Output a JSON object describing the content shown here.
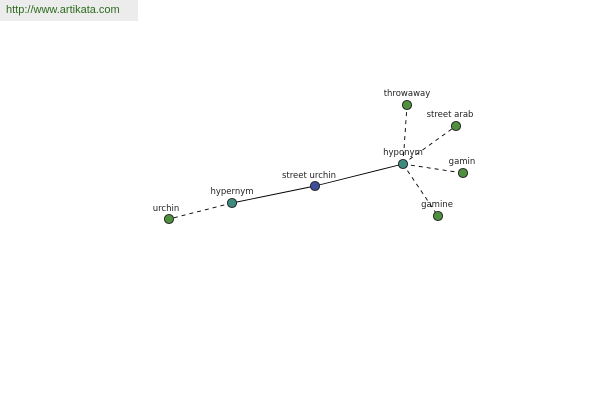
{
  "banner": {
    "url_text": "http://www.artikata.com"
  },
  "colors": {
    "background": "#ffffff",
    "banner_bg": "#ececec",
    "banner_text": "#2e6b1f",
    "center_node": "#3d4d9a",
    "relation_node": "#3e8a7c",
    "term_node": "#4f8f3d",
    "edge": "#000000",
    "label": "#222222"
  },
  "graph": {
    "nodes": [
      {
        "id": "street_urchin",
        "label": "street urchin",
        "kind": "center"
      },
      {
        "id": "hypernym",
        "label": "hypernym",
        "kind": "relation"
      },
      {
        "id": "hyponym",
        "label": "hyponym",
        "kind": "relation"
      },
      {
        "id": "urchin",
        "label": "urchin",
        "kind": "term"
      },
      {
        "id": "throwaway",
        "label": "throwaway",
        "kind": "term"
      },
      {
        "id": "street_arab",
        "label": "street arab",
        "kind": "term"
      },
      {
        "id": "gamin",
        "label": "gamin",
        "kind": "term"
      },
      {
        "id": "gamine",
        "label": "gamine",
        "kind": "term"
      }
    ],
    "edges": [
      {
        "from": "street_urchin",
        "to": "hypernym",
        "style": "solid"
      },
      {
        "from": "street_urchin",
        "to": "hyponym",
        "style": "solid"
      },
      {
        "from": "hypernym",
        "to": "urchin",
        "style": "dashed"
      },
      {
        "from": "hyponym",
        "to": "throwaway",
        "style": "dashed"
      },
      {
        "from": "hyponym",
        "to": "street_arab",
        "style": "dashed"
      },
      {
        "from": "hyponym",
        "to": "gamin",
        "style": "dashed"
      },
      {
        "from": "hyponym",
        "to": "gamine",
        "style": "dashed"
      }
    ]
  }
}
